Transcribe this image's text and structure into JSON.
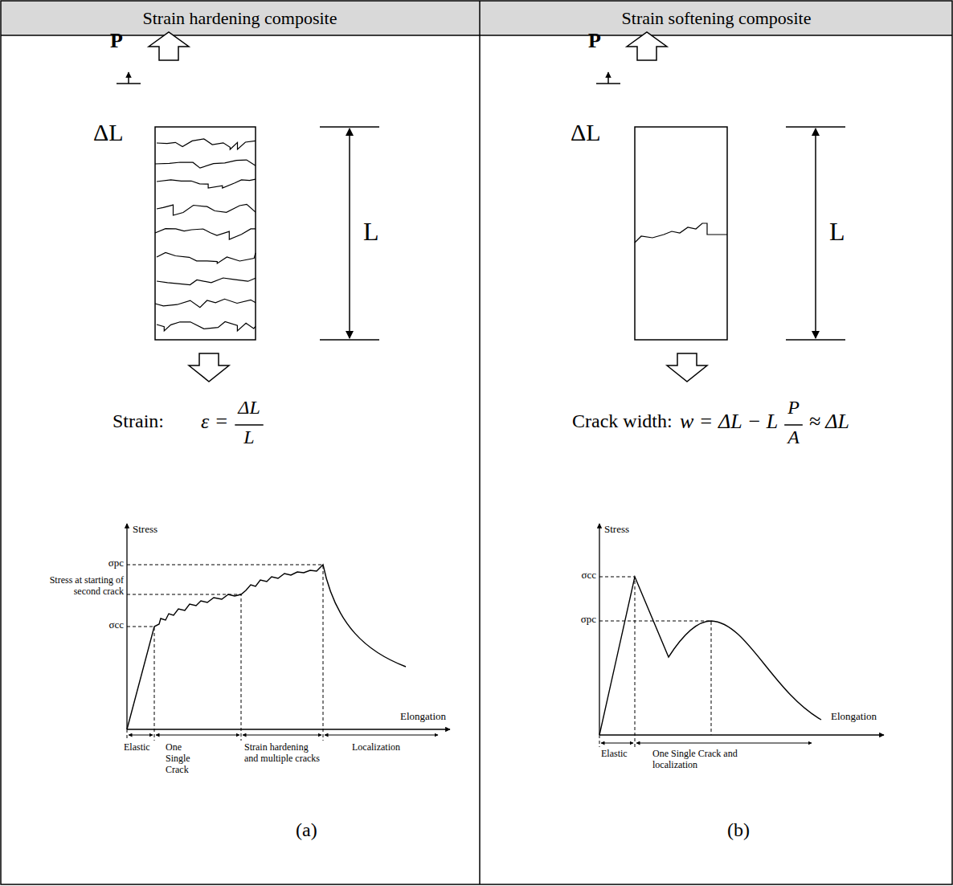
{
  "diagram": {
    "labels": [
      "Strain hardening composite",
      "Strain softening composite",
      "P",
      "ΔL",
      "L",
      "Strain:",
      "ε =",
      "ΔL",
      "L",
      "Stress",
      "σpc",
      "Stress at starting of second crack",
      "σcc",
      "Elongation",
      "Elastic",
      "One Single Crack",
      "Strain hardening and multiple cracks",
      "Localization",
      "(a)",
      "P",
      "ΔL",
      "L",
      "Crack width:",
      "w = ΔL − L",
      "P",
      "A",
      "≈ ΔL",
      "Stress",
      "σcc",
      "σpc",
      "Elongation",
      "Elastic",
      "One Single Crack and localization",
      "(b)"
    ]
  }
}
